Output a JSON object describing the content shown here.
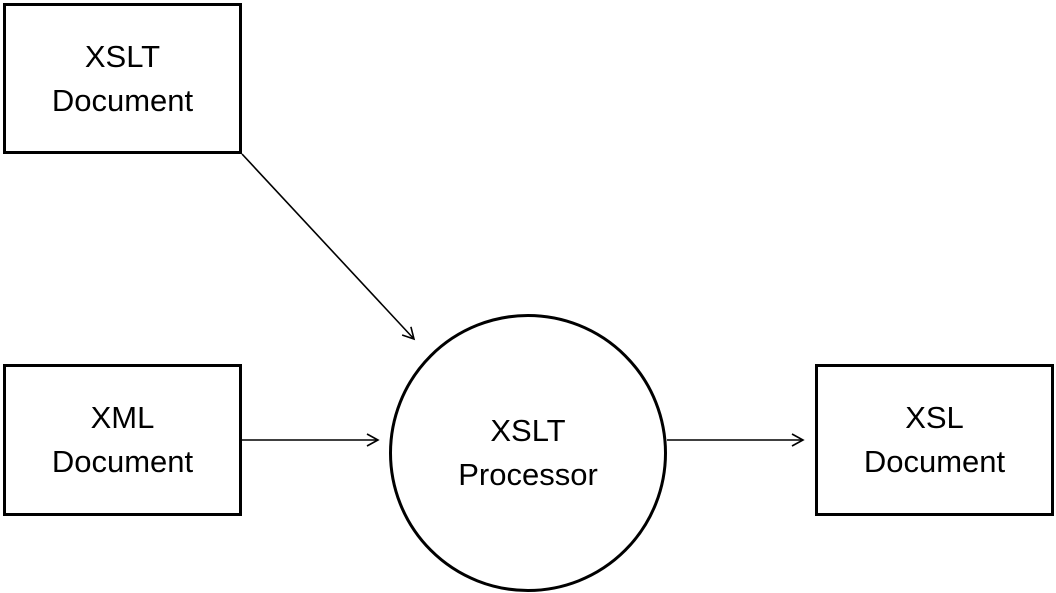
{
  "diagram": {
    "nodes": {
      "xslt_document": {
        "line1": "XSLT",
        "line2": "Document"
      },
      "xml_document": {
        "line1": "XML",
        "line2": "Document"
      },
      "xslt_processor": {
        "line1": "XSLT",
        "line2": "Processor"
      },
      "xsl_document": {
        "line1": "XSL",
        "line2": "Document"
      }
    },
    "edges": [
      {
        "from": "xslt_document",
        "to": "xslt_processor"
      },
      {
        "from": "xml_document",
        "to": "xslt_processor"
      },
      {
        "from": "xslt_processor",
        "to": "xsl_document"
      }
    ],
    "colors": {
      "stroke": "#000000",
      "background": "#ffffff"
    }
  }
}
